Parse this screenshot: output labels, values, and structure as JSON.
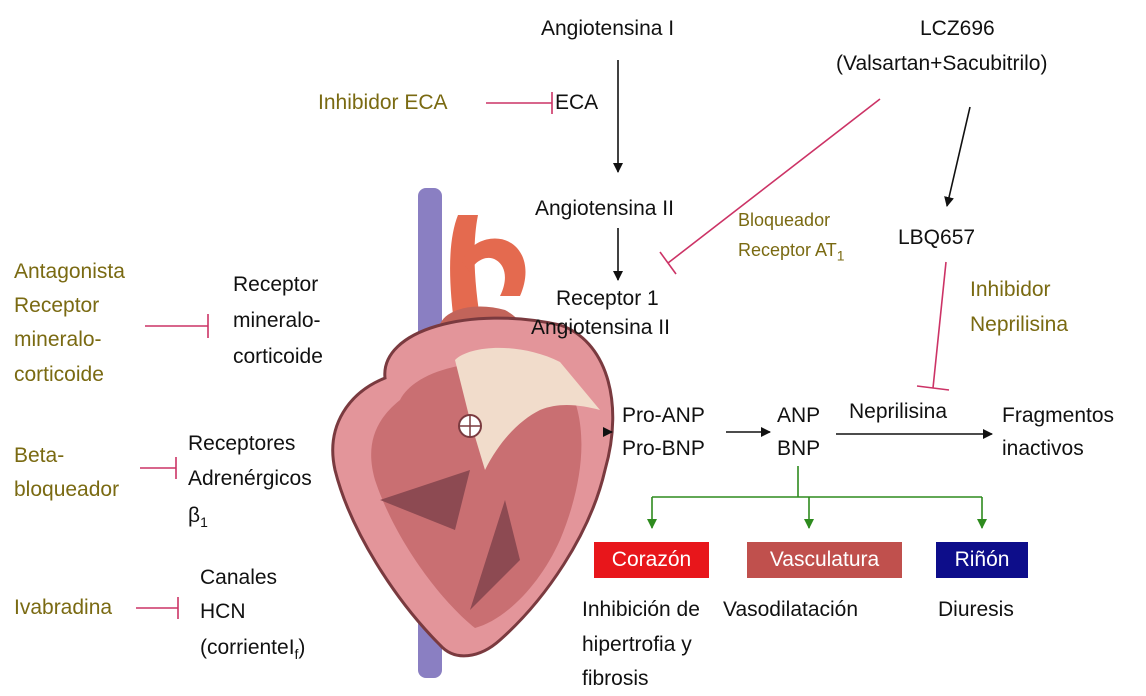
{
  "colors": {
    "drug_text": "#7a6a12",
    "inhibit_line": "#cc3366",
    "effect_arrow": "#2e8b1e",
    "corazon_box": "#e8161b",
    "vasculatura_box": "#c0504d",
    "rinon_box": "#0d0d8a"
  },
  "raas": {
    "angiotensina_i": "Angiotensina I",
    "eca": "ECA",
    "angiotensina_ii": "Angiotensina II",
    "receptor_line1": "Receptor 1",
    "receptor_line2": "Angiotensina II"
  },
  "lcz696": {
    "name": "LCZ696",
    "composition": "(Valsartan+Sacubitrilo)",
    "metabolite": "LBQ657"
  },
  "drugs": {
    "inhibidor_eca": "Inhibidor ECA",
    "bloqueador_line1": "Bloqueador",
    "bloqueador_line2": "Receptor AT",
    "bloqueador_sub": "1",
    "inhibidor_neprilisina_line1": "Inhibidor",
    "inhibidor_neprilisina_line2": "Neprilisina",
    "antagonista_lines": [
      "Antagonista",
      "Receptor",
      "mineralo-",
      "corticoide"
    ],
    "betabloqueador_lines": [
      "Beta-",
      "bloqueador"
    ],
    "ivabradina": "Ivabradina"
  },
  "targets": {
    "mineralocorticoide_lines": [
      "Receptor",
      "mineralo-",
      "corticoide"
    ],
    "adrenergicos_line1": "Receptores",
    "adrenergicos_line2": "Adrenérgicos",
    "beta_symbol": "β",
    "beta_sub": "1",
    "hcn_line1": "Canales",
    "hcn_line2": "HCN",
    "hcn_line3": "(corrienteI",
    "hcn_sub": "f",
    "hcn_close": ")"
  },
  "natriuretic": {
    "pro_anp": "Pro-ANP",
    "pro_bnp": "Pro-BNP",
    "anp": "ANP",
    "bnp": "BNP",
    "neprilisina": "Neprilisina",
    "fragmentos_line1": "Fragmentos",
    "fragmentos_line2": "inactivos"
  },
  "effects": [
    {
      "organ": "Corazón",
      "lines": [
        "Inhibición de",
        "hipertrofia y",
        "fibrosis"
      ]
    },
    {
      "organ": "Vasculatura",
      "lines": [
        "Vasodilatación"
      ]
    },
    {
      "organ": "Riñón",
      "lines": [
        "Diuresis"
      ]
    }
  ]
}
